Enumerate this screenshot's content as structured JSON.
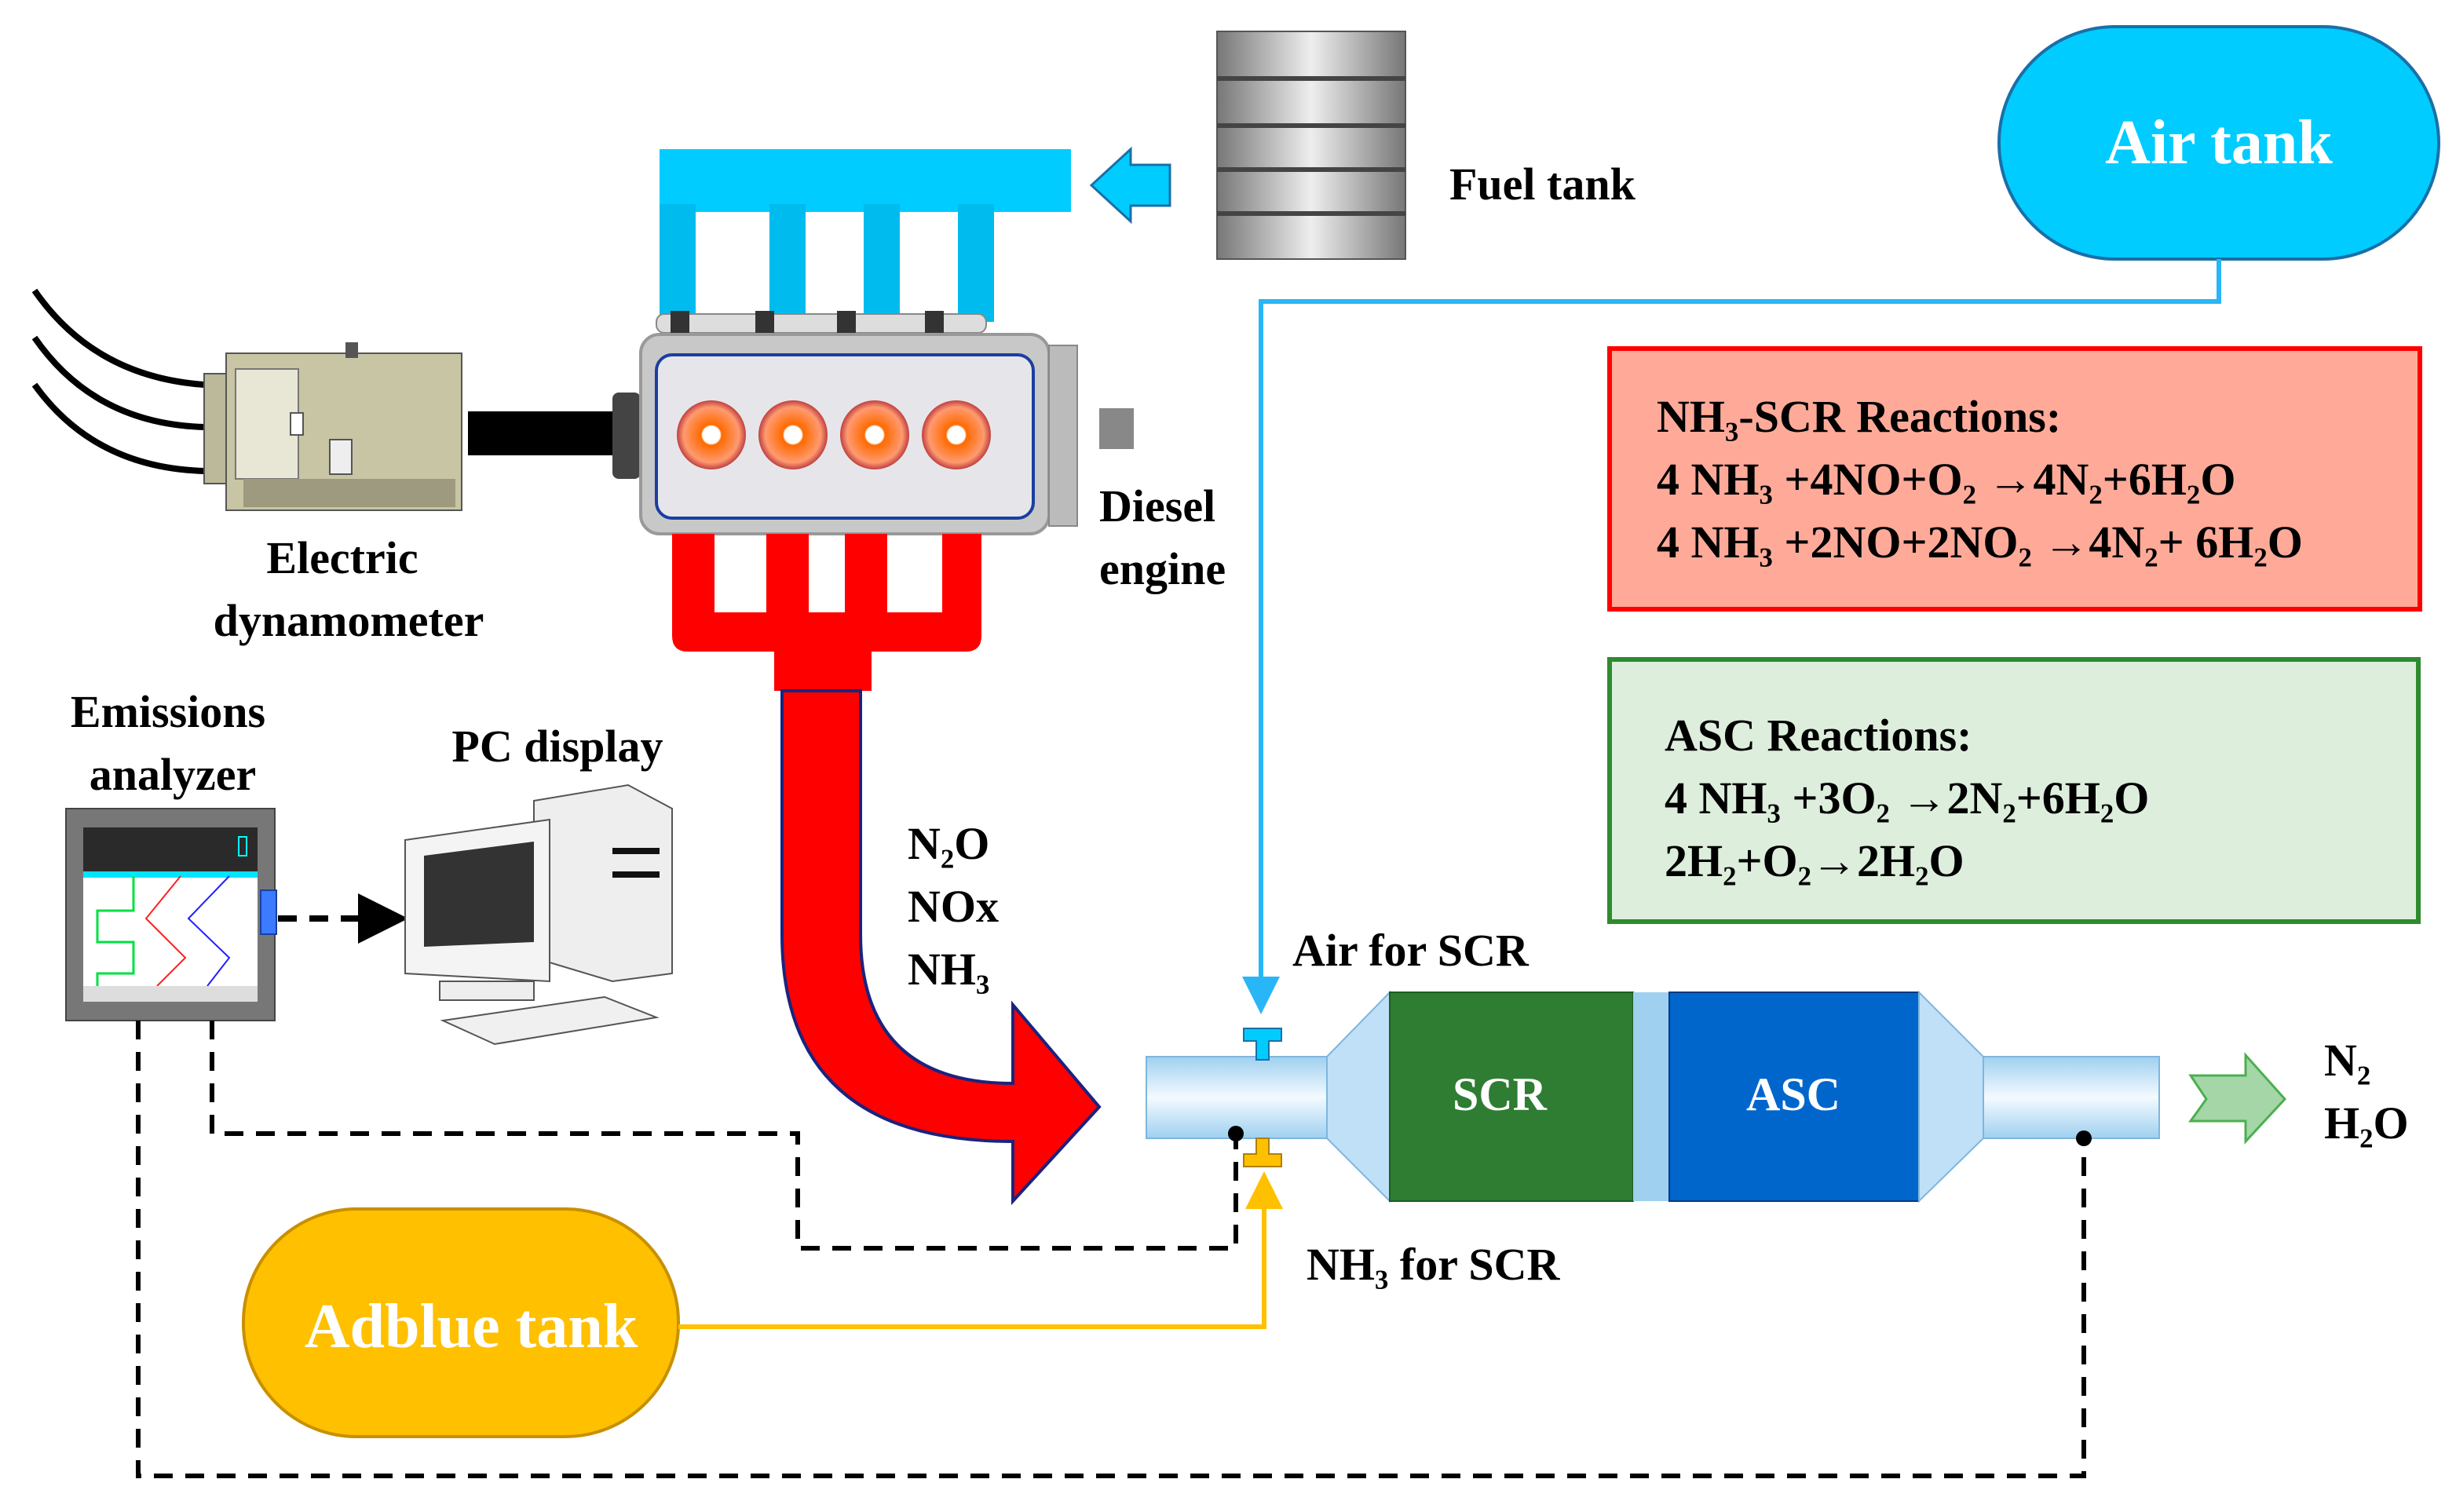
{
  "labels": {
    "fuel_tank": "Fuel tank",
    "air_tank": "Air tank",
    "electric": "Electric",
    "dynamometer": "dynamometer",
    "diesel": "Diesel",
    "engine": "engine",
    "emissions": "Emissions",
    "analyzer": "analyzer",
    "pc_display": "PC display",
    "species": [
      "N₂O",
      "NOx",
      "NH₃"
    ],
    "air_for_scr": "Air for SCR",
    "nh3_for_scr": "NH₃ for SCR",
    "scr": "SCR",
    "asc": "ASC",
    "outputs": [
      "N₂",
      "H₂O"
    ],
    "adblue_tank": "Adblue tank"
  },
  "scr_box": {
    "title": "NH₃-SCR Reactions:",
    "reactions": [
      "4 NH₃ +4NO+O₂ →4N₂+6H₂O",
      "4 NH₃ +2NO+2NO₂ →4N₂+ 6H₂O"
    ]
  },
  "asc_box": {
    "title": "ASC Reactions:",
    "reactions": [
      "4 NH₃ +3O₂ →2N₂+6H₂O",
      "2H₂+O₂→2H₂O"
    ]
  },
  "colors": {
    "fuel_air": "#00ccff",
    "exhaust": "#ff0000",
    "scr": "#2e7d32",
    "asc": "#0066cc",
    "adblue": "#ffc000"
  }
}
